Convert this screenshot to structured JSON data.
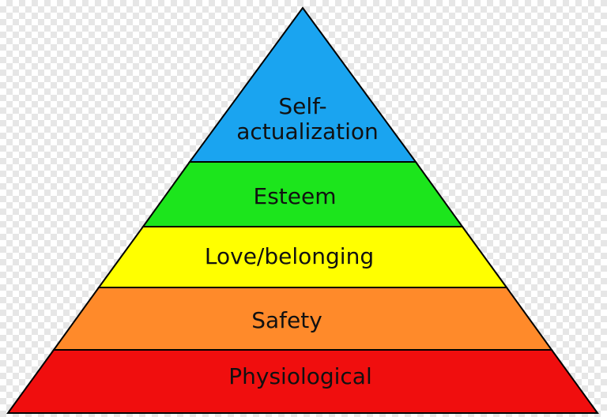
{
  "levels": [
    {
      "id": "self-actualization",
      "label_lines": [
        "Self-",
        "actualization"
      ],
      "color": "#1AA4F0"
    },
    {
      "id": "esteem",
      "label_lines": [
        "Esteem"
      ],
      "color": "#1CE51C"
    },
    {
      "id": "love-belonging",
      "label_lines": [
        "Love/belonging"
      ],
      "color": "#FFFF00"
    },
    {
      "id": "safety",
      "label_lines": [
        "Safety"
      ],
      "color": "#FF8A2A"
    },
    {
      "id": "physiological",
      "label_lines": [
        "Physiological"
      ],
      "color": "#F00E0E"
    }
  ]
}
